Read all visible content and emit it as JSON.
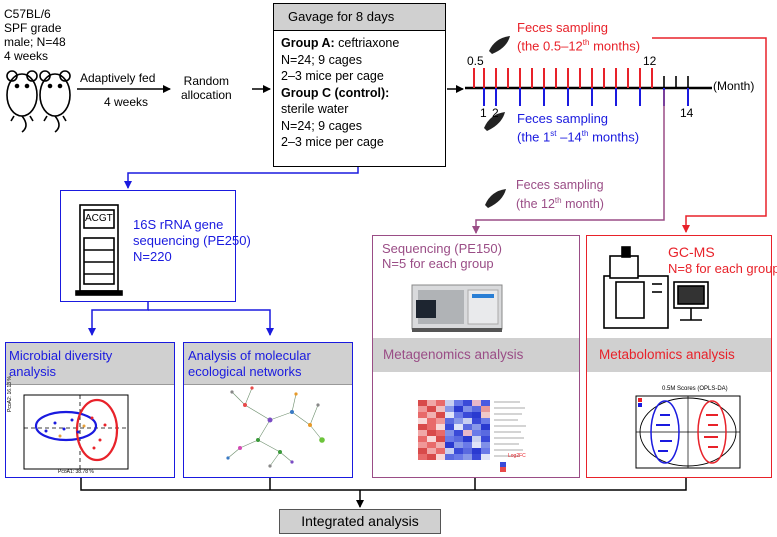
{
  "mice": {
    "line1": "C57BL/6",
    "line2": "SPF grade",
    "line3": "male; N=48",
    "line4": "4 weeks"
  },
  "adapt": {
    "label": "Adaptively fed",
    "weeks": "4 weeks"
  },
  "random": {
    "line1": "Random",
    "line2": "allocation"
  },
  "gavage": {
    "title": "Gavage for 8 days",
    "groupA_label": "Group A:",
    "groupA_value": " ceftriaxone",
    "groupA_n": "N=24; 9 cages",
    "groupA_cage": "2–3 mice per cage",
    "groupC_label": "Group C (control):",
    "groupC_value": "sterile water",
    "groupC_n": "N=24; 9 cages",
    "groupC_cage": "2–3 mice per cage"
  },
  "timeline": {
    "feces_red_1": "Feces sampling",
    "feces_red_2_pre": "(the 0.5–12",
    "feces_red_2_sup": "th",
    "feces_red_2_post": " months)",
    "tick_05": "0.5",
    "tick_12": "12",
    "unit": "(Month)",
    "tick_1": "1",
    "tick_2": "2",
    "tick_14": "14",
    "feces_blue_1": "Feces sampling",
    "feces_blue_2_pre": "(the 1",
    "feces_blue_2_sup1": "st",
    "feces_blue_2_mid": " –14",
    "feces_blue_2_sup2": "th",
    "feces_blue_2_post": " months)",
    "feces_purple_1": "Feces sampling",
    "feces_purple_2": "(the 12",
    "feces_purple_2_sup": "th",
    "feces_purple_2_post": " month)"
  },
  "seq16s": {
    "screen": "ACGT",
    "line1": "16S rRNA gene",
    "line2": "sequencing (PE250)",
    "line3": "N=220"
  },
  "diversity": {
    "title1": "Microbial diversity",
    "title2": "analysis",
    "ylabel": "PcoA2: 16.13 %",
    "xlabel": "PcoA1: 38.78 %"
  },
  "networks": {
    "title1": "Analysis of molecular",
    "title2": "ecological networks"
  },
  "metagen": {
    "seq1": "Sequencing (PE150)",
    "seq2": "N=5 for each group",
    "title": "Metagenomics analysis",
    "legend": "Log2FC"
  },
  "metabol": {
    "gcms": "GC-MS",
    "n": "N=8 for each group",
    "title": "Metabolomics analysis",
    "chart_title": "0.5M Scores (OPLS-DA)"
  },
  "integrated": "Integrated analysis",
  "colors": {
    "red": "#e8222a",
    "blue": "#1a1adf",
    "purple": "#9a4d86",
    "gray_header": "#d0d0d0"
  }
}
